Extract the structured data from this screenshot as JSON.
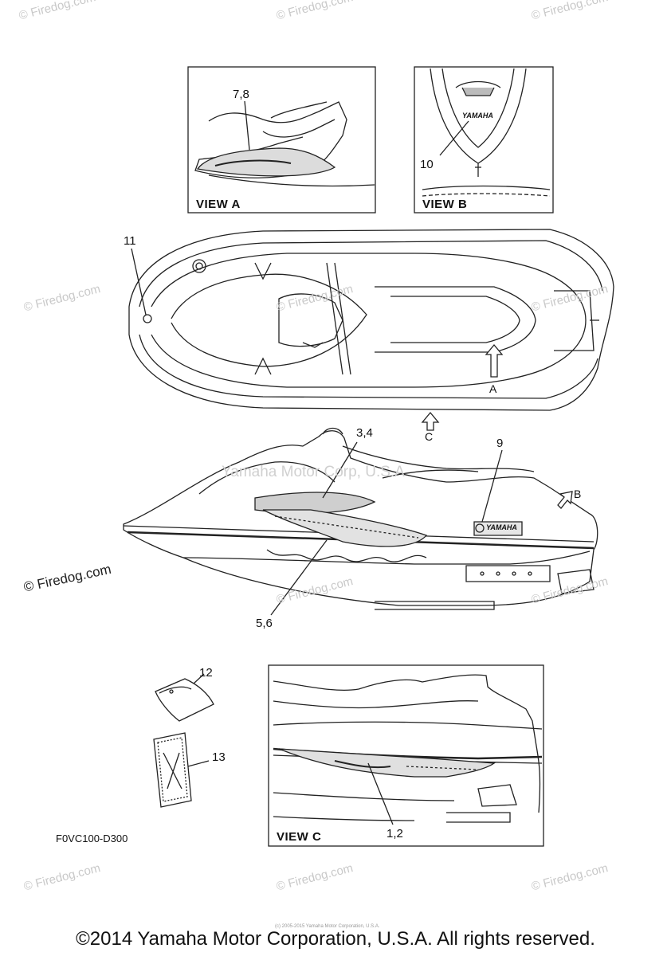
{
  "watermark": "© Firedog.com",
  "firedog_corner": "© Firedog.com",
  "ghost_text": "Yamaha Motor Corp, U.S.A",
  "views": {
    "a": "VIEW A",
    "b": "VIEW B",
    "c": "VIEW C"
  },
  "directions": {
    "a": "A",
    "b": "B",
    "c": "C"
  },
  "callouts": {
    "c78": "7,8",
    "c10": "10",
    "c11": "11",
    "c34": "3,4",
    "c9": "9",
    "c56": "5,6",
    "c12": "12",
    "c13": "13",
    "c12b": "1,2"
  },
  "decal_text": {
    "yamaha_bow": "YAMAHA",
    "yamaha_side": "YAMAHA"
  },
  "drawing_code": "F0VC100-D300",
  "tiny_note": "(c) 2005-2015 Yamaha Motor Corporation, U.S.A.",
  "copyright": "©2014 Yamaha Motor Corporation, U.S.A. All rights reserved."
}
